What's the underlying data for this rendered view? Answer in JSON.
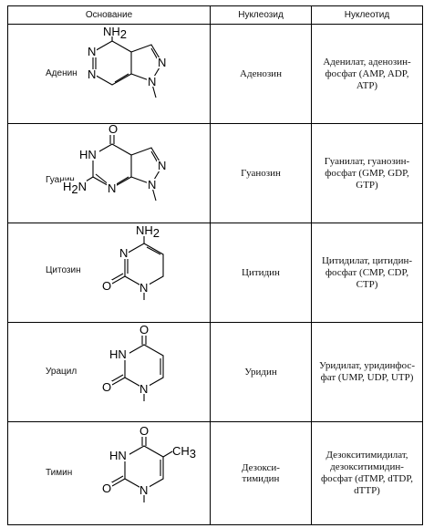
{
  "headers": {
    "base": "Основание",
    "nucleoside": "Нуклеозид",
    "nucleotide": "Нуклеотид"
  },
  "rows": [
    {
      "base": "Аденин",
      "nucleoside": "Аденозин",
      "nucleotide": [
        "Аденилат, аденозин-",
        "фосфат (AMP, ADP,",
        "ATP)"
      ],
      "atoms": {
        "amino": "NH",
        "amino_sub": "2",
        "n": "N"
      }
    },
    {
      "base": "Гуанин",
      "nucleoside": "Гуанозин",
      "nucleotide": [
        "Гуанилат, гуанозин-",
        "фосфат (GMP, GDP,",
        "GTP)"
      ],
      "atoms": {
        "o": "O",
        "hn": "HN",
        "n": "N",
        "amino": "H",
        "amino_sub": "2",
        "amino_n": "N"
      }
    },
    {
      "base": "Цитозин",
      "nucleoside": "Цитидин",
      "nucleotide": [
        "Цитидилат, цитидин-",
        "фосфат (CMP, CDP,",
        "CTP)"
      ],
      "atoms": {
        "amino": "NH",
        "amino_sub": "2",
        "n": "N",
        "o": "O"
      }
    },
    {
      "base": "Урацил",
      "nucleoside": "Уридин",
      "nucleotide": [
        "Уридилат, уридинфос-",
        "фат (UMP, UDP, UTP)"
      ],
      "atoms": {
        "o": "O",
        "hn": "HN",
        "n": "N"
      }
    },
    {
      "base": "Тимин",
      "nucleoside": [
        "Дезокси-",
        "тимидин"
      ],
      "nucleotide": [
        "Дезокситимидилат,",
        "дезокситимидин-",
        "фосфат (dTMP, dTDP,",
        "dTTP)"
      ],
      "atoms": {
        "o": "O",
        "hn": "HN",
        "n": "N",
        "methyl": "CH",
        "methyl_sub": "3"
      }
    }
  ]
}
